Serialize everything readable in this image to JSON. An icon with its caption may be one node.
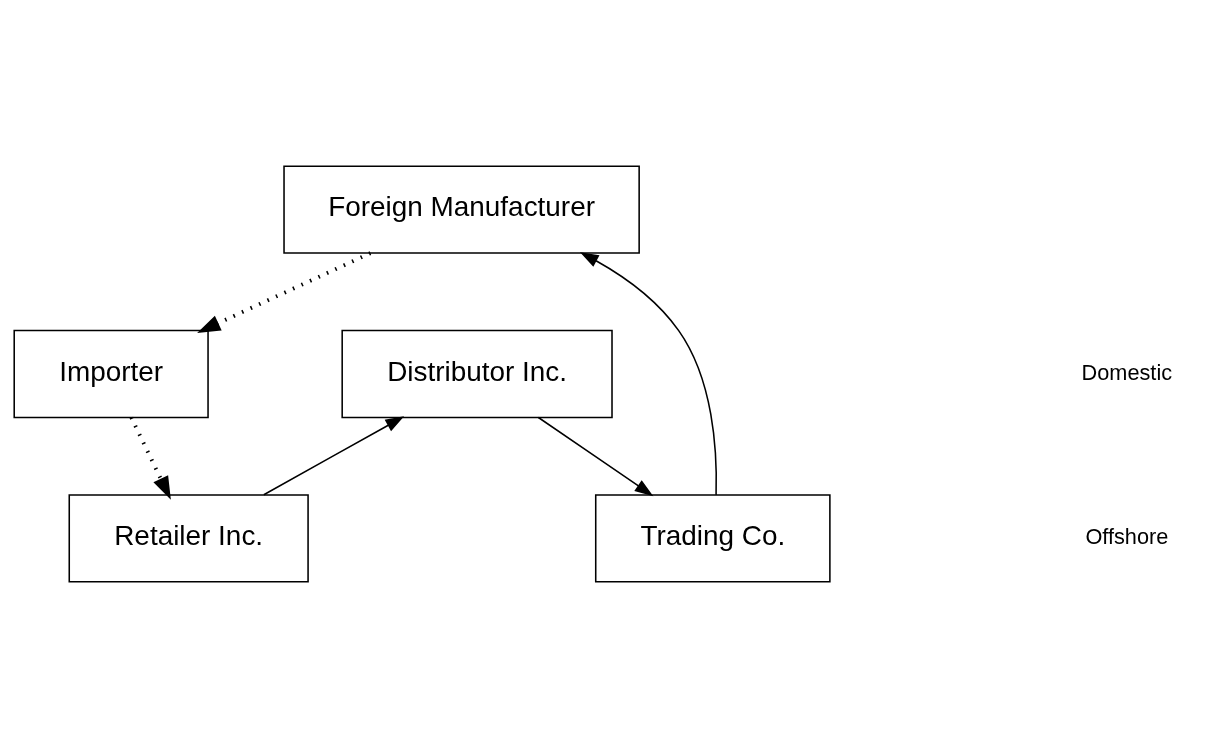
{
  "diagram": {
    "nodes": [
      {
        "text": [
          "Foreign Manufacturer"
        ]
      },
      {
        "text": [
          "Trading Co."
        ]
      },
      {
        "text": [
          "Importer"
        ]
      },
      {
        "text": [
          "Distributor Inc."
        ]
      },
      {
        "text": [
          "Retailer Inc."
        ]
      }
    ],
    "edges": [
      {
        "from": 0,
        "to": 2,
        "arrow": "to",
        "style": "dashed"
      },
      {
        "from": 2,
        "to": 4,
        "arrow": "to",
        "style": "dashed"
      },
      {
        "from": 4,
        "to": 3,
        "arrow": "to"
      },
      {
        "from": 3,
        "to": 1,
        "arrow": "to"
      },
      {
        "from": 1,
        "to": 0,
        "arrow": "to"
      }
    ],
    "labels": [
      "Offshore",
      "Domestic"
    ]
  }
}
